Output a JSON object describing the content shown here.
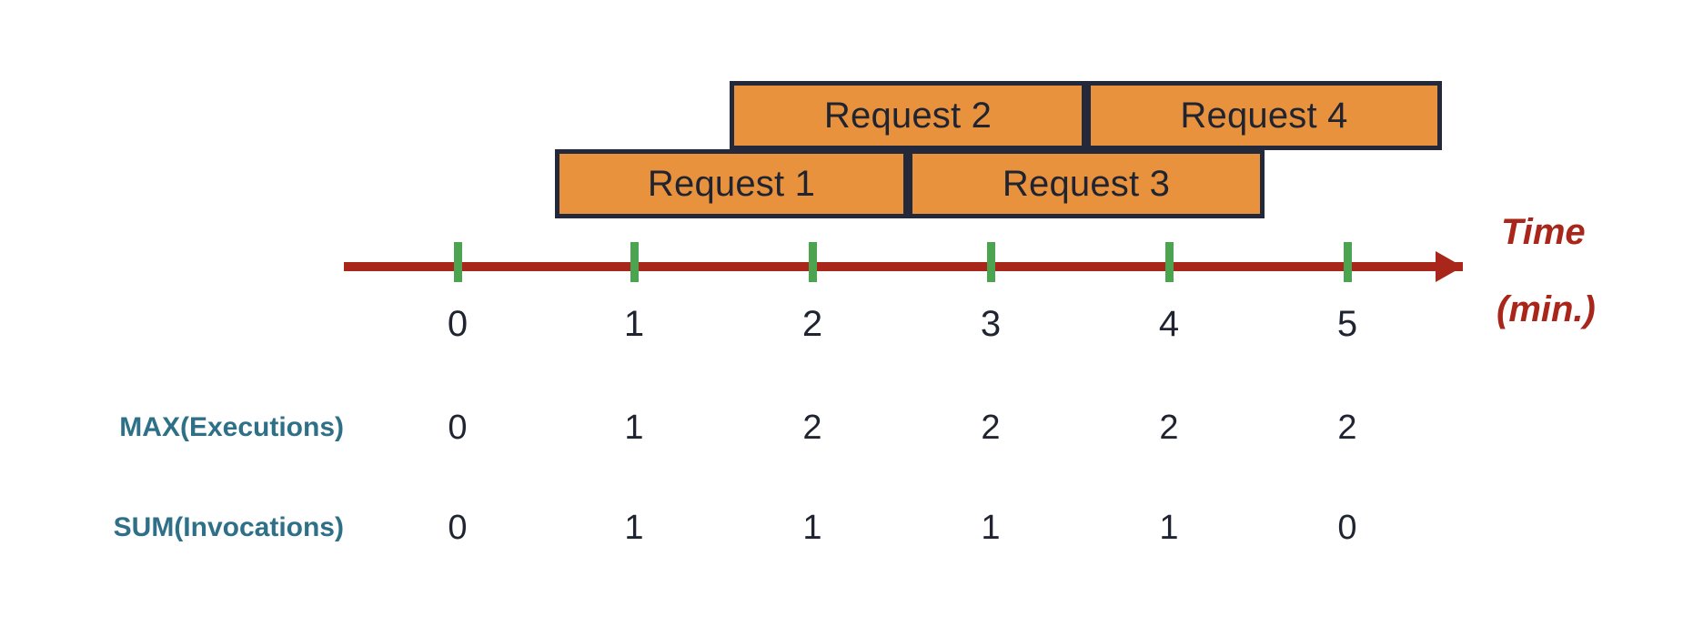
{
  "diagram": {
    "title_hidden": "",
    "axis": {
      "title_line1": "Time",
      "title_line2": "(min.)",
      "tick_labels": [
        "0",
        "1",
        "2",
        "3",
        "4",
        "5"
      ],
      "color_line": "#A8261A",
      "color_tick": "#4CA350"
    },
    "bars": [
      {
        "label": "Request 2",
        "row": 0,
        "start_min": 1.55,
        "end_min": 3.58
      },
      {
        "label": "Request 4",
        "row": 0,
        "start_min": 3.58,
        "end_min": 5.58
      },
      {
        "label": "Request 1",
        "row": 1,
        "start_min": 0.56,
        "end_min": 2.56
      },
      {
        "label": "Request 3",
        "row": 1,
        "start_min": 2.56,
        "end_min": 4.58
      }
    ],
    "bar_colors": {
      "fill": "#E8923E",
      "border": "#23293A"
    },
    "metrics": [
      {
        "label": "MAX(Executions)",
        "values": [
          "0",
          "1",
          "2",
          "2",
          "2",
          "2"
        ]
      },
      {
        "label": "SUM(Invocations)",
        "values": [
          "0",
          "1",
          "1",
          "1",
          "1",
          "0"
        ]
      }
    ],
    "metric_label_color": "#2E7087"
  },
  "chart_data": {
    "type": "table",
    "title": "",
    "xlabel": "Time (min.)",
    "ylabel": "",
    "x": [
      0,
      1,
      2,
      3,
      4,
      5
    ],
    "categories": [
      "0",
      "1",
      "2",
      "3",
      "4",
      "5"
    ],
    "series": [
      {
        "name": "MAX(Executions)",
        "values": [
          0,
          1,
          2,
          2,
          2,
          2
        ]
      },
      {
        "name": "SUM(Invocations)",
        "values": [
          0,
          1,
          1,
          1,
          1,
          0
        ]
      }
    ],
    "annotations": [
      {
        "text": "Request 1",
        "start": 0.56,
        "end": 2.56,
        "lane": 1
      },
      {
        "text": "Request 2",
        "start": 1.55,
        "end": 3.58,
        "lane": 0
      },
      {
        "text": "Request 3",
        "start": 2.56,
        "end": 4.58,
        "lane": 1
      },
      {
        "text": "Request 4",
        "start": 3.58,
        "end": 5.58,
        "lane": 0
      }
    ],
    "grid": false,
    "legend": "none"
  }
}
